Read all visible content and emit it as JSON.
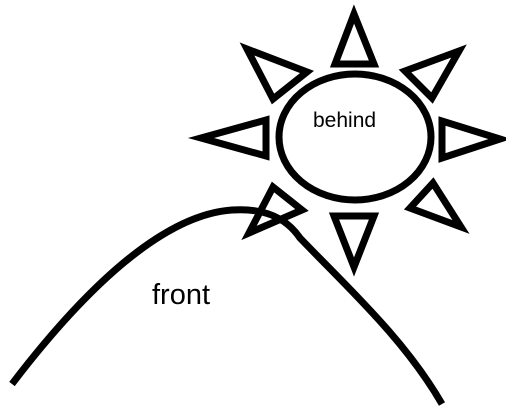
{
  "labels": {
    "behind": "behind",
    "front": "front"
  },
  "colors": {
    "stroke": "#000000",
    "fill": "#ffffff",
    "background": "#ffffff"
  },
  "sun": {
    "ray_count": 8,
    "ray_shape": "triangle"
  }
}
